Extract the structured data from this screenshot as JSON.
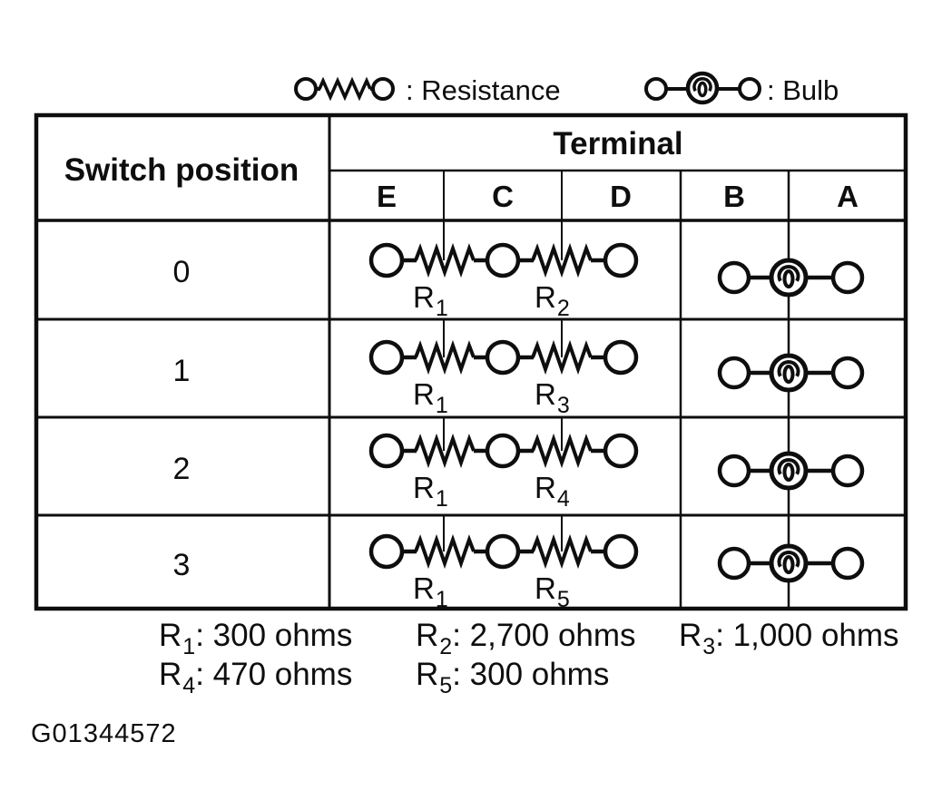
{
  "figure_code": "G01344572",
  "colors": {
    "ink": "#0e0e0e",
    "background": "#ffffff"
  },
  "legend": {
    "resistance": {
      "symbol": "resistor-between-terminals",
      "label": ": Resistance"
    },
    "bulb": {
      "symbol": "bulb-between-terminals",
      "label": ": Bulb"
    }
  },
  "table": {
    "header": {
      "switch_position": "Switch position",
      "terminal_group": "Terminal",
      "terminals": [
        "E",
        "C",
        "D",
        "B",
        "A"
      ]
    },
    "resistor_span_terminals": [
      "E",
      "C",
      "D"
    ],
    "bulb_span_terminals": [
      "B",
      "A"
    ],
    "rows": [
      {
        "switch_position": "0",
        "left_resistor": {
          "base": "R",
          "sub": "1"
        },
        "right_resistor": {
          "base": "R",
          "sub": "2"
        },
        "bulb_between_b_a": true
      },
      {
        "switch_position": "1",
        "left_resistor": {
          "base": "R",
          "sub": "1"
        },
        "right_resistor": {
          "base": "R",
          "sub": "3"
        },
        "bulb_between_b_a": true
      },
      {
        "switch_position": "2",
        "left_resistor": {
          "base": "R",
          "sub": "1"
        },
        "right_resistor": {
          "base": "R",
          "sub": "4"
        },
        "bulb_between_b_a": true
      },
      {
        "switch_position": "3",
        "left_resistor": {
          "base": "R",
          "sub": "1"
        },
        "right_resistor": {
          "base": "R",
          "sub": "5"
        },
        "bulb_between_b_a": true
      }
    ]
  },
  "resistor_values": [
    {
      "base": "R",
      "sub": "1",
      "value": ": 300 ohms"
    },
    {
      "base": "R",
      "sub": "2",
      "value": ": 2,700 ohms"
    },
    {
      "base": "R",
      "sub": "3",
      "value": ": 1,000 ohms"
    },
    {
      "base": "R",
      "sub": "4",
      "value": ": 470 ohms"
    },
    {
      "base": "R",
      "sub": "5",
      "value": ": 300 ohms"
    }
  ]
}
